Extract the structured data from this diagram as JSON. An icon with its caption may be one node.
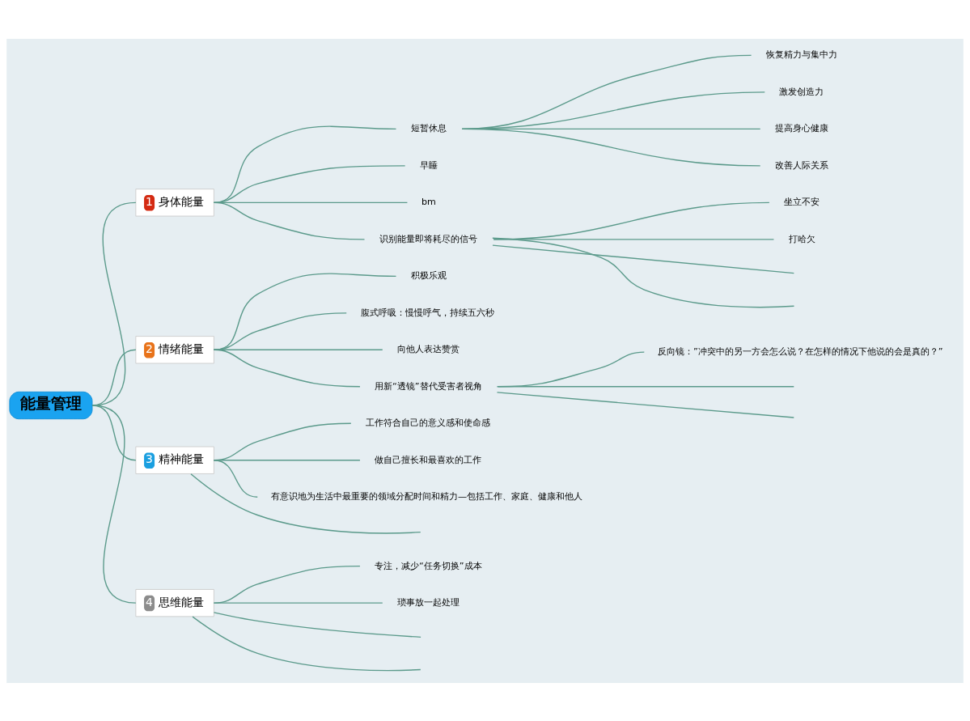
{
  "diagram": {
    "nodes": [
      {
        "text": [
          "能量管理"
        ]
      },
      {
        "text": [
          "1",
          "身体能量"
        ]
      },
      {
        "text": [
          "短暂休息"
        ]
      },
      {
        "text": [
          "恢复精力与集中力"
        ]
      },
      {
        "text": [
          "激发创造力"
        ]
      },
      {
        "text": [
          "提高身心健康"
        ]
      },
      {
        "text": [
          "改善人际关系"
        ]
      },
      {
        "text": [
          "早睡"
        ]
      },
      {
        "text": [
          "bm"
        ]
      },
      {
        "text": [
          "识别能量即将耗尽的信号"
        ]
      },
      {
        "text": [
          "坐立不安"
        ]
      },
      {
        "text": [
          "打哈欠"
        ]
      },
      {
        "text": [
          "2",
          "情绪能量"
        ]
      },
      {
        "text": [
          "积极乐观"
        ]
      },
      {
        "text": [
          "腹式呼吸：慢慢呼气，持续五六秒"
        ]
      },
      {
        "text": [
          "向他人表达赞赏"
        ]
      },
      {
        "text": [
          "用新“透镜”替代受害者视角"
        ]
      },
      {
        "text": [
          "反向镜：”冲突中的另一方会怎么说？在怎样的情况下他说的会是真的？”"
        ]
      },
      {
        "text": [
          "3",
          "精神能量"
        ]
      },
      {
        "text": [
          "工作符合自己的意义感和使命感"
        ]
      },
      {
        "text": [
          "做自己擅长和最喜欢的工作"
        ]
      },
      {
        "text": [
          "有意识地为生活中最重要的领域分配时间和精力—包括工作、家庭、健康和他人"
        ]
      },
      {
        "text": [
          "4",
          "思维能量"
        ]
      },
      {
        "text": [
          "专注，减少“任务切换”成本"
        ]
      },
      {
        "text": [
          "琐事放一起处理"
        ]
      }
    ],
    "edges": [
      {
        "from": 0,
        "to": 1,
        "arrow": "none"
      },
      {
        "from": 1,
        "to": 2,
        "arrow": "none"
      },
      {
        "from": 2,
        "to": 3,
        "arrow": "none"
      },
      {
        "from": 2,
        "to": 4,
        "arrow": "none"
      },
      {
        "from": 2,
        "to": 5,
        "arrow": "none"
      },
      {
        "from": 2,
        "to": 6,
        "arrow": "none"
      },
      {
        "from": 1,
        "to": 7,
        "arrow": "none"
      },
      {
        "from": 1,
        "to": 8,
        "arrow": "none"
      },
      {
        "from": 1,
        "to": 9,
        "arrow": "none"
      },
      {
        "from": 9,
        "to": 10,
        "arrow": "none"
      },
      {
        "from": 9,
        "to": 11,
        "arrow": "none"
      },
      {
        "from": 9,
        "to": null,
        "arrow": "none"
      },
      {
        "from": 9,
        "to": null,
        "arrow": "none"
      },
      {
        "from": 0,
        "to": 12,
        "arrow": "none"
      },
      {
        "from": 12,
        "to": 13,
        "arrow": "none"
      },
      {
        "from": 12,
        "to": 14,
        "arrow": "none"
      },
      {
        "from": 12,
        "to": 15,
        "arrow": "none"
      },
      {
        "from": 12,
        "to": 16,
        "arrow": "none"
      },
      {
        "from": 16,
        "to": 17,
        "arrow": "none"
      },
      {
        "from": 16,
        "to": null,
        "arrow": "none"
      },
      {
        "from": 16,
        "to": null,
        "arrow": "none"
      },
      {
        "from": 0,
        "to": 18,
        "arrow": "none"
      },
      {
        "from": 18,
        "to": 19,
        "arrow": "none"
      },
      {
        "from": 18,
        "to": 20,
        "arrow": "none"
      },
      {
        "from": 18,
        "to": 21,
        "arrow": "none"
      },
      {
        "from": 18,
        "to": null,
        "arrow": "none"
      },
      {
        "from": 0,
        "to": 22,
        "arrow": "none"
      },
      {
        "from": 22,
        "to": 23,
        "arrow": "none"
      },
      {
        "from": 22,
        "to": 24,
        "arrow": "none"
      },
      {
        "from": 22,
        "to": null,
        "arrow": "none"
      },
      {
        "from": 22,
        "to": null,
        "arrow": "none"
      }
    ]
  }
}
